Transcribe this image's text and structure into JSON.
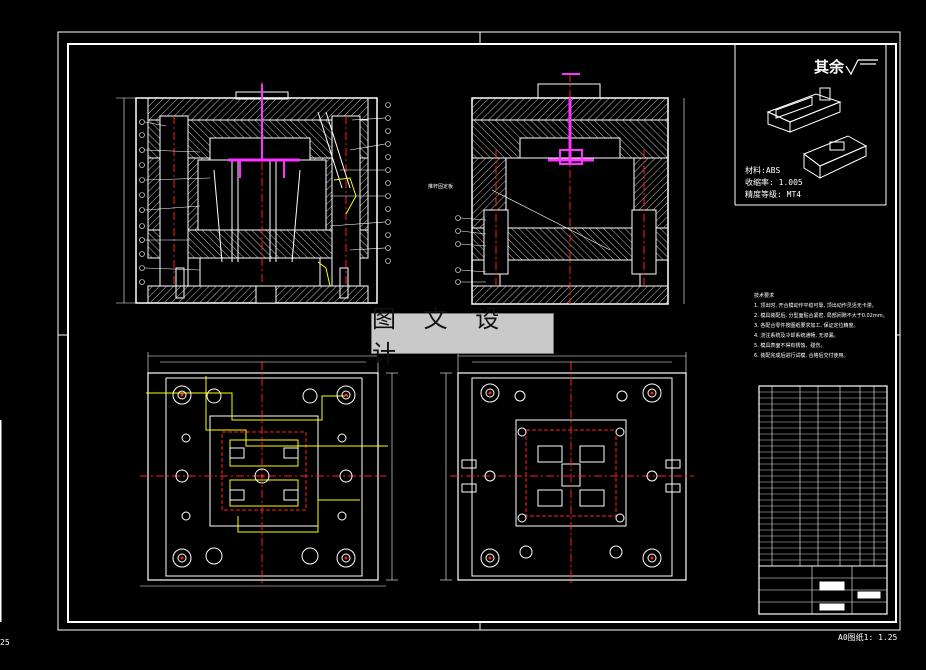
{
  "watermark": "图 文 设 计",
  "title_block": {
    "roughness_label": "其余",
    "material": "材料:ABS",
    "shrinkage": "收缩率: 1.005",
    "tolerance": "精度等级: MT4",
    "scale": "A0图纸1: 1.25"
  },
  "sheet_label": "25",
  "notes_heading": "技术要求",
  "notes": [
    "1. 顶出时, 开合模动作平稳可靠, 顶出动作灵活无卡滞。",
    "2. 模具装配后, 分型面贴合紧密, 局部间隙不大于0.02mm。",
    "3. 各配合零件按图纸要求加工, 保证定位精度。",
    "4. 浇注系统及冷却系统通畅, 无渗漏。",
    "5. 模具表面不得有锈蚀、碰伤。",
    "6. 装配完成后进行试模, 合格后交付使用。"
  ],
  "side_note": "推杆固定板",
  "colors": {
    "outline": "#ffffff",
    "hatch": "#cfcfcf",
    "centerline": "#ff2020",
    "runner": "#ff33ff",
    "highlight": "#ffff00",
    "watermark_bg": "#c9c9c9"
  }
}
